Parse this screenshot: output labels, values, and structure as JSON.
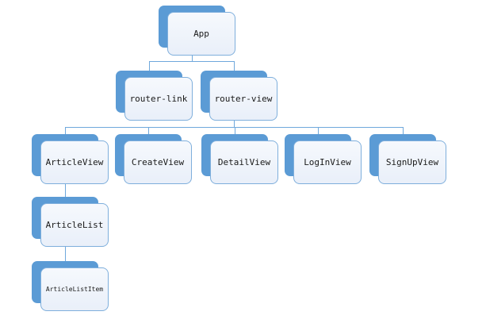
{
  "diagram": {
    "type": "component-tree",
    "colors": {
      "node_shadow": "#5b9bd5",
      "node_border": "#7fafdc",
      "node_fill_top": "#f6f9fd",
      "node_fill_bottom": "#e9eff9",
      "connector": "#6fa8dc",
      "text": "#1a1a1a",
      "background": "#ffffff"
    },
    "nodes": {
      "app": {
        "label": "App"
      },
      "router_link": {
        "label": "router-link"
      },
      "router_view": {
        "label": "router-view"
      },
      "article_view": {
        "label": "ArticleView"
      },
      "create_view": {
        "label": "CreateView"
      },
      "detail_view": {
        "label": "DetailView"
      },
      "login_view": {
        "label": "LogInView"
      },
      "signup_view": {
        "label": "SignUpView"
      },
      "article_list": {
        "label": "ArticleList"
      },
      "article_list_item": {
        "label": "ArticleListItem"
      }
    },
    "edges": [
      {
        "from": "App",
        "to": "router-link"
      },
      {
        "from": "App",
        "to": "router-view"
      },
      {
        "from": "router-view",
        "to": "ArticleView"
      },
      {
        "from": "router-view",
        "to": "CreateView"
      },
      {
        "from": "router-view",
        "to": "DetailView"
      },
      {
        "from": "router-view",
        "to": "LogInView"
      },
      {
        "from": "router-view",
        "to": "SignUpView"
      },
      {
        "from": "ArticleView",
        "to": "ArticleList"
      },
      {
        "from": "ArticleList",
        "to": "ArticleListItem"
      }
    ]
  }
}
